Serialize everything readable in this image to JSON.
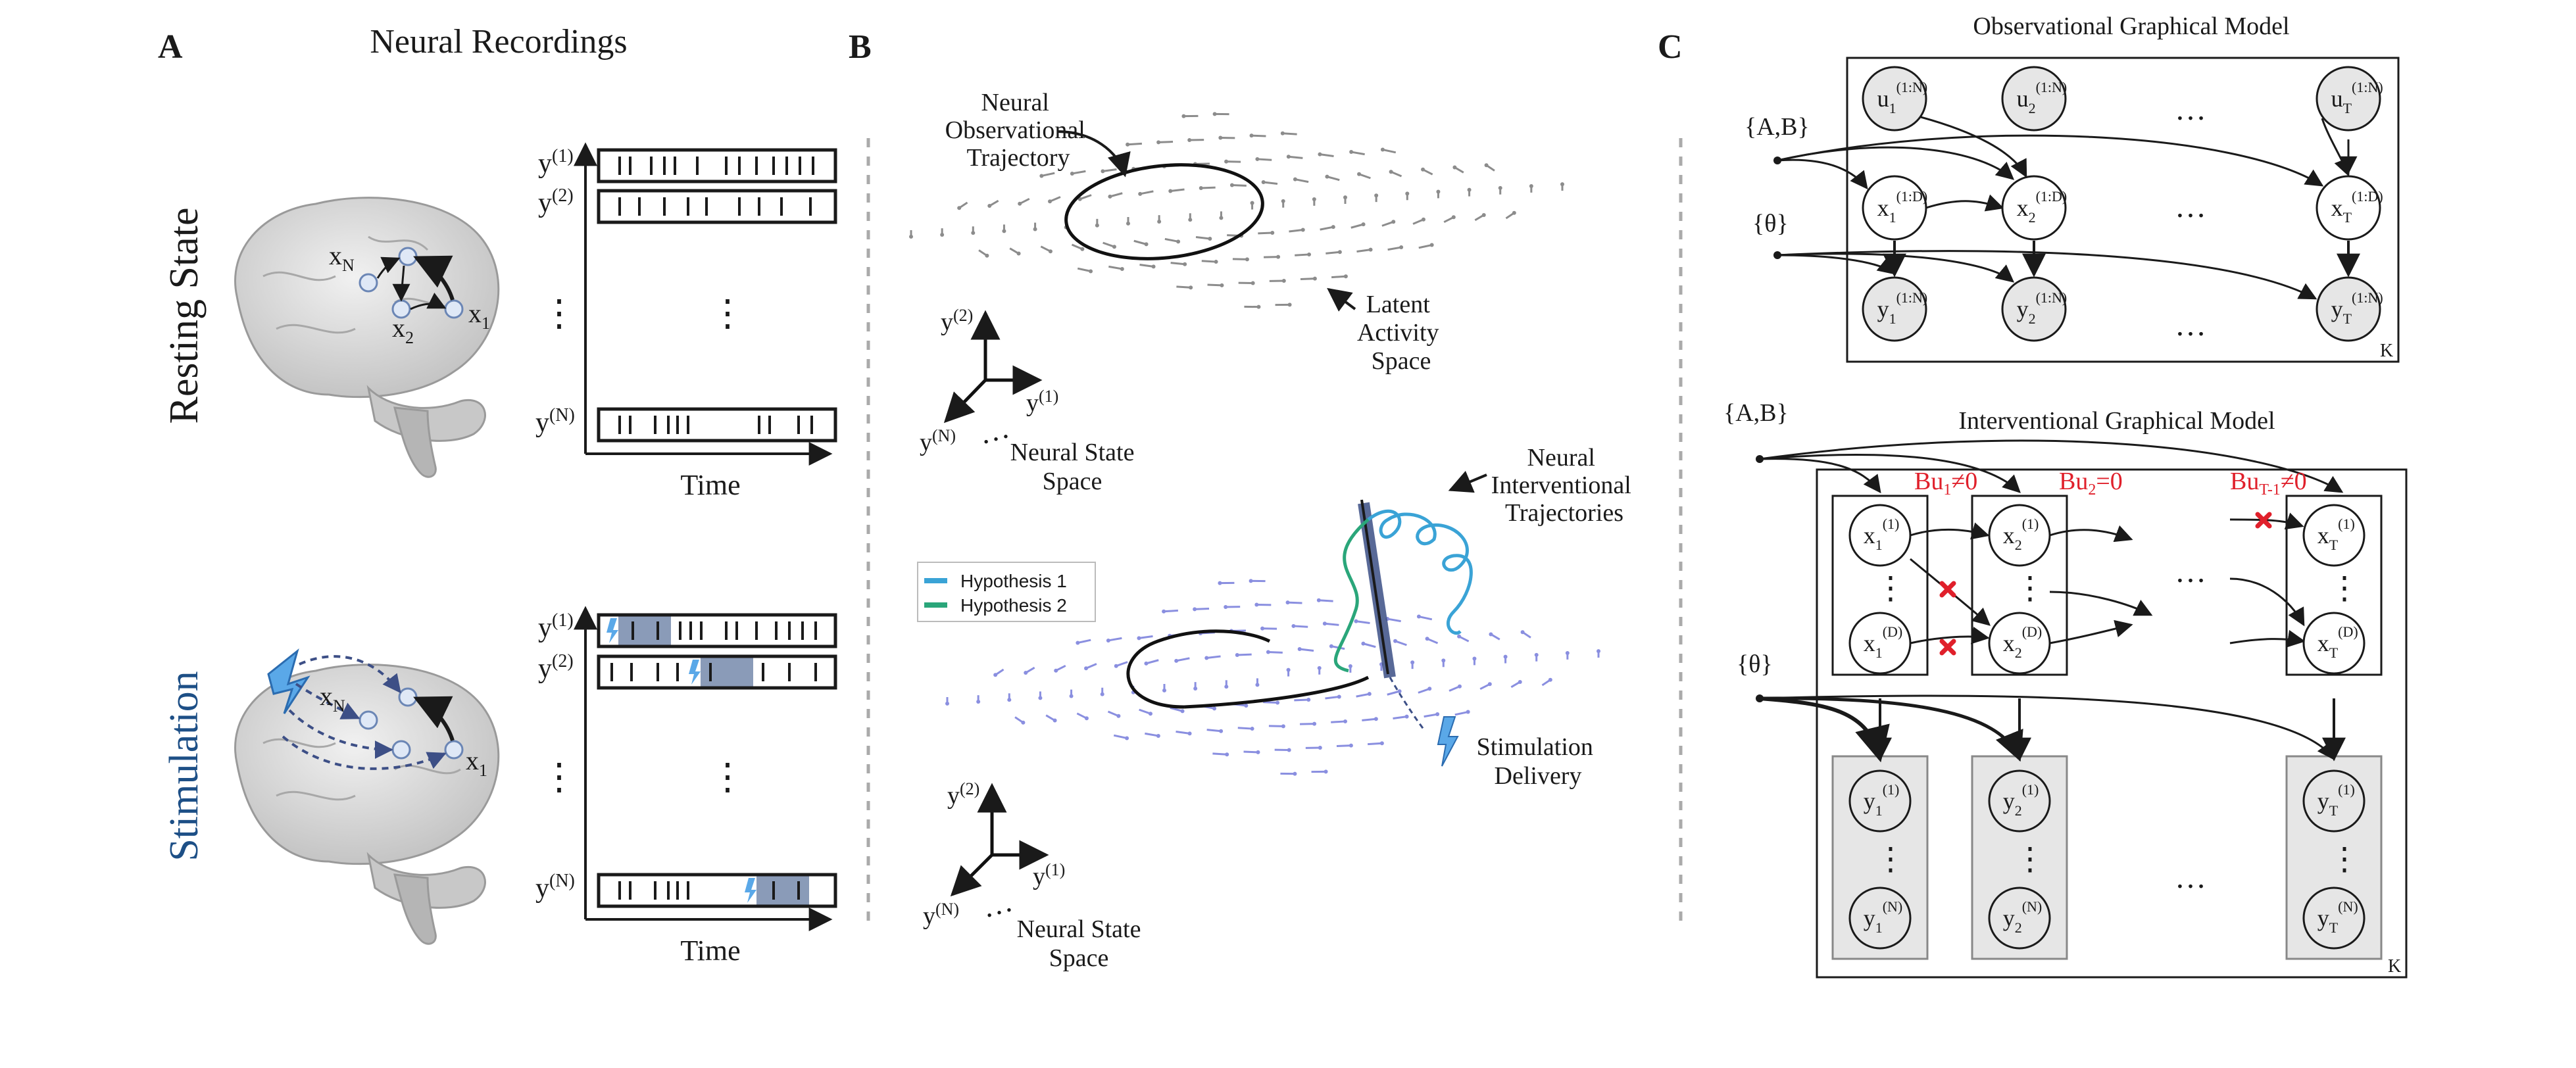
{
  "panels": {
    "a": {
      "letter": "A",
      "title": "Neural Recordings",
      "row_labels": [
        "Resting State",
        "Stimulation"
      ],
      "channel_labels": [
        "y",
        "y",
        "y"
      ],
      "channel_sups": [
        "(1)",
        "(2)",
        "(N)"
      ],
      "time_label": "Time",
      "brain_nodes": {
        "xn": "x",
        "xn_sub": "N",
        "x2": "x",
        "x2_sub": "2",
        "x1": "x",
        "x1_sub": "1"
      },
      "ellipsis": "⋮"
    },
    "b": {
      "letter": "B",
      "observational_label": [
        "Neural",
        "Observational",
        "Trajectory"
      ],
      "latent_label": [
        "Latent",
        "Activity",
        "Space"
      ],
      "axis_labels": {
        "y2": "y",
        "y2_sup": "(2)",
        "y1": "y",
        "y1_sup": "(1)",
        "yn": "y",
        "yn_sup": "(N)"
      },
      "state_space_label": [
        "Neural State",
        "Space"
      ],
      "interventional_label": [
        "Neural",
        "Interventional",
        "Trajectories"
      ],
      "legend": [
        "Hypothesis 1",
        "Hypothesis 2"
      ],
      "stimulation_label": [
        "Stimulation",
        "Delivery"
      ],
      "ellipsis": "…"
    },
    "c": {
      "letter": "C",
      "observational_title": "Observational Graphical Model",
      "interventional_title": "Interventional Graphical Model",
      "params_ab": "{A,B}",
      "params_theta": "{θ}",
      "plate_label": "K",
      "obs_u_nodes": [
        {
          "base": "u",
          "sub": "1",
          "sup": "(1:N)"
        },
        {
          "base": "u",
          "sub": "2",
          "sup": "(1:N)"
        },
        {
          "base": "u",
          "sub": "T",
          "sup": "(1:N)"
        }
      ],
      "obs_x_nodes": [
        {
          "base": "x",
          "sub": "1",
          "sup": "(1:D)"
        },
        {
          "base": "x",
          "sub": "2",
          "sup": "(1:D)"
        },
        {
          "base": "x",
          "sub": "T",
          "sup": "(1:D)"
        }
      ],
      "obs_y_nodes": [
        {
          "base": "y",
          "sub": "1",
          "sup": "(1:N)"
        },
        {
          "base": "y",
          "sub": "2",
          "sup": "(1:N)"
        },
        {
          "base": "y",
          "sub": "T",
          "sup": "(1:N)"
        }
      ],
      "int_x_top": [
        {
          "base": "x",
          "sub": "1",
          "sup": "(1)"
        },
        {
          "base": "x",
          "sub": "2",
          "sup": "(1)"
        },
        {
          "base": "x",
          "sub": "T",
          "sup": "(1)"
        }
      ],
      "int_x_bottom": [
        {
          "base": "x",
          "sub": "1",
          "sup": "(D)"
        },
        {
          "base": "x",
          "sub": "2",
          "sup": "(D)"
        },
        {
          "base": "x",
          "sub": "T",
          "sup": "(D)"
        }
      ],
      "int_y_top": [
        {
          "base": "y",
          "sub": "1",
          "sup": "(1)"
        },
        {
          "base": "y",
          "sub": "2",
          "sup": "(1)"
        },
        {
          "base": "y",
          "sub": "T",
          "sup": "(1)"
        }
      ],
      "int_y_bottom": [
        {
          "base": "y",
          "sub": "1",
          "sup": "(N)"
        },
        {
          "base": "y",
          "sub": "2",
          "sup": "(N)"
        },
        {
          "base": "y",
          "sub": "T",
          "sup": "(N)"
        }
      ],
      "constraints": [
        {
          "prefix": "Bu",
          "sub": "1",
          "suffix": "≠0"
        },
        {
          "prefix": "Bu",
          "sub": "2",
          "suffix": "=0"
        },
        {
          "prefix": "Bu",
          "sub": "T-1",
          "suffix": "≠0"
        }
      ],
      "ellipsis": "…",
      "vertical_ellipsis": "⋮"
    }
  },
  "colors": {
    "stim_blue": "#1d4f86",
    "hyp1": "#3aa3d6",
    "hyp2": "#2aa67a",
    "constraint_red": "#e0202b",
    "stim_window": "#8a9bb8",
    "lightning": "#5aa8e8",
    "node_fill": "#e6e6e6"
  }
}
